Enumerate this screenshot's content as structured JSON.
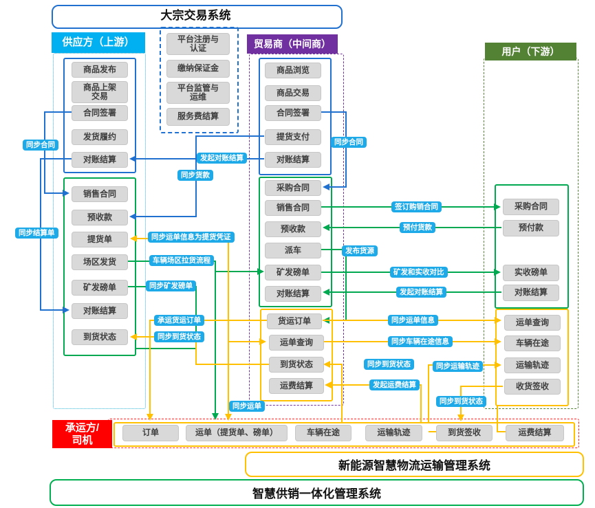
{
  "diagram_title": "大宗交易系统",
  "colors": {
    "supplier_header": "#00b0f0",
    "trader_header": "#7030a0",
    "user_header": "#548235",
    "carrier_header": "#ff0000",
    "blue_line": "#2070d0",
    "green_line": "#00a94f",
    "yellow_line": "#ffc000",
    "label_pill": "#1ea9e8",
    "node_fill": "#d9d9d9"
  },
  "platform": {
    "items": [
      "平台注册与\n认证",
      "缴纳保证金",
      "平台监管与\n运维",
      "服务费结算"
    ]
  },
  "supplier": {
    "header": "供应方（上游）",
    "trade": [
      "商品发布",
      "商品上架\n交易",
      "合同签署",
      "发货履约",
      "对账结算"
    ],
    "erp": [
      "销售合同",
      "预收款",
      "提货单",
      "场区发货",
      "矿发磅单",
      "对账结算",
      "到货状态"
    ]
  },
  "trader": {
    "header": "贸易商（中间商）",
    "trade": [
      "商品浏览",
      "商品交易",
      "合同签署",
      "提货支付",
      "对账结算"
    ],
    "erp": [
      "采购合同",
      "销售合同",
      "预收款",
      "派车",
      "矿发磅单",
      "对账结算"
    ],
    "logistics": [
      "货运订单",
      "运单查询",
      "到货状态",
      "运费结算"
    ]
  },
  "user": {
    "header": "用户（下游）",
    "erp": [
      "采购合同",
      "预付款",
      "实收磅单",
      "对账结算"
    ],
    "logistics": [
      "运单查询",
      "车辆在途",
      "运输轨迹",
      "收货签收"
    ]
  },
  "carrier": {
    "header": "承运方/\n司机",
    "items": [
      "订单",
      "运单（提货单、磅单）",
      "车辆在途",
      "运输轨迹",
      "到货签收",
      "运费结算"
    ]
  },
  "flow_labels": {
    "sync_contract_supplier": "同步合同",
    "sync_settlement": "同步结算单",
    "initiate_reconcile_trade": "发起对账结算",
    "sync_payment": "同步货款",
    "sync_contract_trader": "同步合同",
    "sync_waybill_voucher": "同步运单信息为提货凭证",
    "vehicle_yard_flow": "车辆场区拉货流程",
    "sync_mine_weigh": "同步矿发磅单",
    "carry_freight_order": "承运货运订单",
    "sync_arrival_supplier": "同步到货状态",
    "sign_purchase_sale": "签订购销合同",
    "prepay_goods": "预付货款",
    "publish_goods": "发布货源",
    "mine_vs_received": "矿发和实收对比",
    "initiate_reconcile_erp": "发起对账结算",
    "sync_waybill_info": "同步运单信息",
    "sync_vehicle_transit": "同步车辆在途信息",
    "sync_arrival_trader": "同步到货状态",
    "sync_transport_track": "同步运输轨迹",
    "initiate_freight_settle": "发起运费结算",
    "sync_arrival_carrier": "同步到货状态",
    "sync_waybill": "同步运单"
  },
  "banners": {
    "logistics": "新能源智慧物流运输管理系统",
    "supply": "智慧供销一体化管理系统"
  }
}
